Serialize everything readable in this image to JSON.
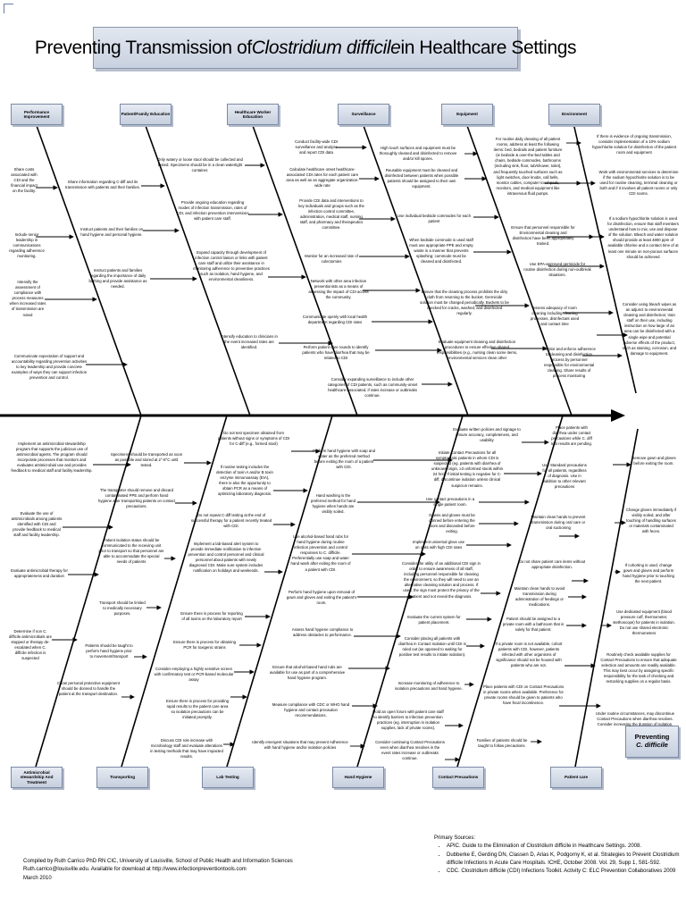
{
  "title": {
    "prefix": "Preventing Transmission of ",
    "italic": "Clostridium difficile",
    "suffix": " in Healthcare Settings"
  },
  "head": {
    "line1": "Preventing",
    "line2": "C. difficile"
  },
  "categories": {
    "performance": "Performance Improvement",
    "patient_family": "Patient/Family Education",
    "hcw_ed": "Healthcare Worker Education",
    "surveillance": "Surveillance",
    "equipment": "Equipment",
    "environment": "Environment",
    "antimicrobial": "Antimicrobial stewardship And Treatment",
    "transporting": "Transporting",
    "lab": "Lab Testing",
    "hand": "Hand Hygiene",
    "contact": "Contact Precautions",
    "patient_care": "Patient care"
  },
  "top": {
    "perf": [
      "Share costs associated with CDI and the financial impact on the facility.",
      "Include senior leadership in communications regarding adherence monitoring.",
      "Intensify the assessment of compliance with process measures when increased rates of transmission are noted",
      "Communicate expectation of support and accountability regarding prevention activities to key leadership and provide concrete examples of ways they can support infection prevention and control."
    ],
    "pfe": [
      "Share information regarding C-diff and its transmission with patients and their families.",
      "Instruct patients and their families on hand hygiene and personal hygiene.",
      "Instruct patients and families regarding the importance of daily bathing and provide assistance as needed."
    ],
    "hcw": [
      "Only watery or loose stool should be collected and tested. Specimens should be in a clean watertight container.",
      "Provide ongoing education regarding modes of infection transmission, rates of CDI, and infection prevention interventions with patient care staff.",
      "Expand capacity through development of infection control liaison or links with patient care staff and utilize their assistance in monitoring adherence to preventive practices such as isolation, hand hygiene, and environmental cleanliness.",
      "Intensify education to clinicians in the event increased rates are identified."
    ],
    "surv": [
      "Conduct facility-wide CDI surveillance and analyze and report CDI data",
      "Calculate healthcare onset healthcare-associated CDI rates for each patient care area as well as an aggregate organization-wide rate",
      "Provide CDI data and interventions to key individuals and groups such as the infection control committee, administration, medical staff, nursing staff, and pharmacy and therapeutics committee.",
      "Monitor for an increased rate of colectomies",
      "Network with other area infection preventionists as a means of assessing the impact of CDI across the community.",
      "Communicate openly with local health department regarding CDI rates",
      "Perform patient care rounds to identify patients who have diarrhea that may be related to CDI",
      "Consider expanding surveillance to include other categories of CDI patients, such as community-onset healthcare-associated, if rates increase or outbreaks continue."
    ],
    "equip": [
      "High touch surfaces and equipment must be thoroughly cleaned and disinfected to remove and/or kill spores.",
      "Reusable equipment must be cleaned and disinfected between patients when possible patients should be assigned to their own equipment.",
      "Use individual bedside commodes for each patient",
      "When bedside commode is used staff must use appropriate PPE and empty waste in a manner that prevents splashing; commode must be cleaned and disinfected.",
      "Ensure that the cleaning process prohibits the dirty cloth from returning to the bucket. Germicide solution must be changed periodically. Buckets to be checked for cracks, washed, and disinfected regularly.",
      "Evaluate equipment cleaning and disinfection procedures to ensure effective shared responsibilities (e.g., nursing clean some items, environmental services clean other"
    ],
    "equip2": [
      "For routine daily cleaning of all patient rooms, address at least the following items: bed, bedrails and patient furniture (ie bedside & over-the-bed tables and chairs, bedside commodes, bathrooms (including sink, floor, tub/shower, toilet), and frequently touched surfaces such as light switches, door knobs, call bells, monitor cables, computer touchpads, monitors, and medical equipment like intravenous fluid pumps.",
      "Ensure that personnel responsible for Environmental cleaning and disinfection have been appropriately trained.",
      "Use EPA-approved germicide for routine disinfection during non-outbreak situations.",
      "Assess adequacy of room cleaning including cleaning processes, disinfectant used and contact time",
      "Monitor and enforce adherence to cleaning and disinfection process by personnel responsible for environmental cleaning. Share results of process monitoring"
    ],
    "env": [
      "If there is evidence of ongoing transmission, consider implementation of a 10% sodium hypochlorite solution for disinfection of the patient room and equipment",
      "Work with environmental services to determine if the sodium hypochlorite solution is to be used for routine cleaning, terminal cleaning or both and if it involves all patient rooms or only CDI rooms.",
      "If a sodium hypochlorite solution is used for disinfection, ensure that staff members understand how to mix, use and dispose of the solution. Bleach and water solution should provide at least 4800 ppm of available chlorine and a contact time of at least one minute on non-porous surfaces should be achieved",
      "Consider using bleach wipes as an adjunct to environmental cleaning and disinfection; train staff on their use, including instruction on how large of an area can be disinfected with a single wipe and potential adverse effects of the product, such as staining, corrosion, and damage to equipment."
    ]
  },
  "bottom": {
    "anti": [
      "Implement an antimicrobial stewardship program that supports the judicious use of antimicrobial agents. The program should incorporate processes that monitors and evaluates antimicrobial use and provides feedback to medical staff and facility leadership.",
      "Evaluate the use of antimicrobials among patients identified with CDI and provide feedback to medical staff and facility leadership.",
      "Evaluate antimicrobial therapy for appropriateness and duration",
      "Determine if non C. difficile antimicrobials are stopped or therapy de-escalated when C. difficile infection is suspected"
    ],
    "trans": [
      "Specimens should be transported as soon as possible and stored at 2°-8°C until tested.",
      "The transporter should remove and discard contaminated PPE and perform hand hygiene after transporting patients on contact precautions.",
      "Patient isolation status should be communicated to the receiving unit prior to transport so that personnel are able to accommodate the special needs of patients",
      "Transport should be limited to medically necessary purposes.",
      "Patients should be taught to perform hand hygiene prior to movement/transport",
      "Clean personal protective equipment should be donned to handle the patient at the transport destination."
    ],
    "lab": [
      "Do not test specimen obtained from patients without signs or symptoms of CDI for C-diff (e.g., formed stool)",
      "If routine testing includes the detection of toxin A and/or B toxin enzyme immunoassay (EIA), there is also the opportunity to obtain PCR as a means of optimizing laboratory diagnosis.",
      "Do not repeat C-diff testing at the end of successful therapy for a patient recently treated with CDI.",
      "Implement a lab-based alert system to provide immediate notification to infection prevention and control personnel and clinical personnel about patients with newly diagnosed CDI. Make sure system includes notification on holidays and weekends.",
      "Ensure there is process for reporting of all toxins on the laboratory report",
      "Ensure there is process for obtaining PCR for toxigenic strains",
      "Consider employing a highly sensitive screen with confirmatory test or PCR-based molecular assay",
      "Ensure there is process for providing rapid results to the patient care area so isolation precautions can be initiated promptly.",
      "Discuss CDI role increase with microbiology staff and evaluate alterations in testing methods that may have impacted results."
    ],
    "hand": [
      "Perform hand hygiene with soap and water as the preferred method before exiting the room of a patient with CDI.",
      "Hand washing is the preferred method for hand hygiene when hands are visibly soiled.",
      "Use alcohol-based hand rubs for hand hygiene during routine infection prevention and control responses to C. difficile. Preferentially use soap and water hand wash after exiting the room of a patient with CDI.",
      "Perform hand hygiene upon removal of gown and gloves and exiting the patient's room.",
      "Assess hand hygiene compliance to address obstacles to performance.",
      "Ensure that alcohol-based hand rubs are available for use as part of a comprehensive hand hygiene program.",
      "Measure compliance with CDC or WHO hand hygiene and contact precaution recommendations.",
      "Identify emergent situations that may prevent Adherence with hand hygiene and/or isolation policies"
    ],
    "contact": [
      "Evaluate written policies and signage to ensure accuracy, completeness, and usability",
      "Initiate Contact Precautions for all symptomatic patients in whom CDI is suspected (eg. patients with diarrhea of unknown origin, ≥3 unformed stools within 24 hrs). If initial testing is negative for C-diff, discontinue isolation unless clinical suspicion remains.",
      "Use contact precautions in a single patient room.",
      "Gowns and gloves must be donned before entering the room and discarded before exiting.",
      "Implement universal glove use on units with high CDI rates",
      "Consider the utility of an additional CDI sign in order to ensure awareness of all staff, including personnel responsible for cleaning the environment, so they will need to use an alternative cleaning solution and process. If used, the sign must protect the privacy of the patient and not reveal the diagnosis.",
      "Evaluate the current system for patient placement.",
      "Consider placing all patients with diarrhea in Contact Isolation until CDI is ruled out (as opposed to waiting for positive test results to initiate isolation).",
      "Increase monitoring of adherence to isolation precautions and hand hygiene.",
      "Hold an open forum with patient care staff to identify barriers to infection prevention practices (eg. interruption in isolation supplies, lack of private rooms).",
      "Consider continuing Contact Precautions even when diarrhea resolves in the event rates increase or outbreaks continue."
    ],
    "contact2": [
      "Place patients with diarrhea under contact precautions while C. diff test results are pending.",
      "Use Standard precautions for all patients, regardless of diagnosis. Use in addition to other relevant precautions",
      "Maintain clean hands to prevent transmission during oral care or oral suctioning",
      "Do not share patient care items without appropriate disinfection.",
      "Maintain clean hands to avoid transmission during administration of feedings or medications.",
      "Patient should be assigned to a private room with a bathroom that is solely for that patient.",
      "If a private room is not available, cohort patients with CDI, however, patients infected with other organisms of significance should not be housed with patients who are not.",
      "Place patients with CDI on Contact Precautions in private rooms when available. Preference for private rooms should be given to patients who have fecal incontinence.",
      "Families of patients should be taught to follow precautions."
    ],
    "care": [
      "Remove gown and gloves before exiting the room.",
      "Change gloves immediately if visibly soiled, and after touching of handling surfaces or materials contaminated with feces.",
      "If cohorting is used, change gown and gloves and perform hand hygiene prior to touching the next patient.",
      "Use dedicated equipment (blood pressure cuff, thermometer, stethoscope) for patients in isolation. Do not use shared electronic thermometers",
      "Routinely check available supplies for Contact Precautions to ensure that adequate selection and amounts are readily available. This may best occur by assigning specific responsibility for the task of checking and restocking supplies on a regular basis.",
      "Under routine circumstances, may discontinue Contact Precautions when diarrhea resolves. Consider increasing the duration of isolation."
    ]
  },
  "footer": {
    "line1": "Compiled by Ruth Carrico PhD RN CIC, University of Louisville, School of Public Health and Information Sciences",
    "line2": "Ruth.carrico@louisville.edu.    Available for download at http://www.infectionpreventiontools.com",
    "line3": "March 2010",
    "sources_label": "Primary Sources:",
    "sources": [
      "APIC.  Guide to the Elimination of Clostridium difficile in Healthcare Settings. 2008.",
      "Dubberke E, Gerding DN, Classen D, Arias K, Podgorny K, et al.  Strategies to Prevent Clostridium difficile Infections In Acute Care Hospitals.  ICHE, October 2008. Vol. 29, Supp 1, S81-S92.",
      "CDC.  Clostridium difficile (CDI) Infections Toolkit.  Activity C: ELC Prevention Collaboratives 2009"
    ]
  }
}
